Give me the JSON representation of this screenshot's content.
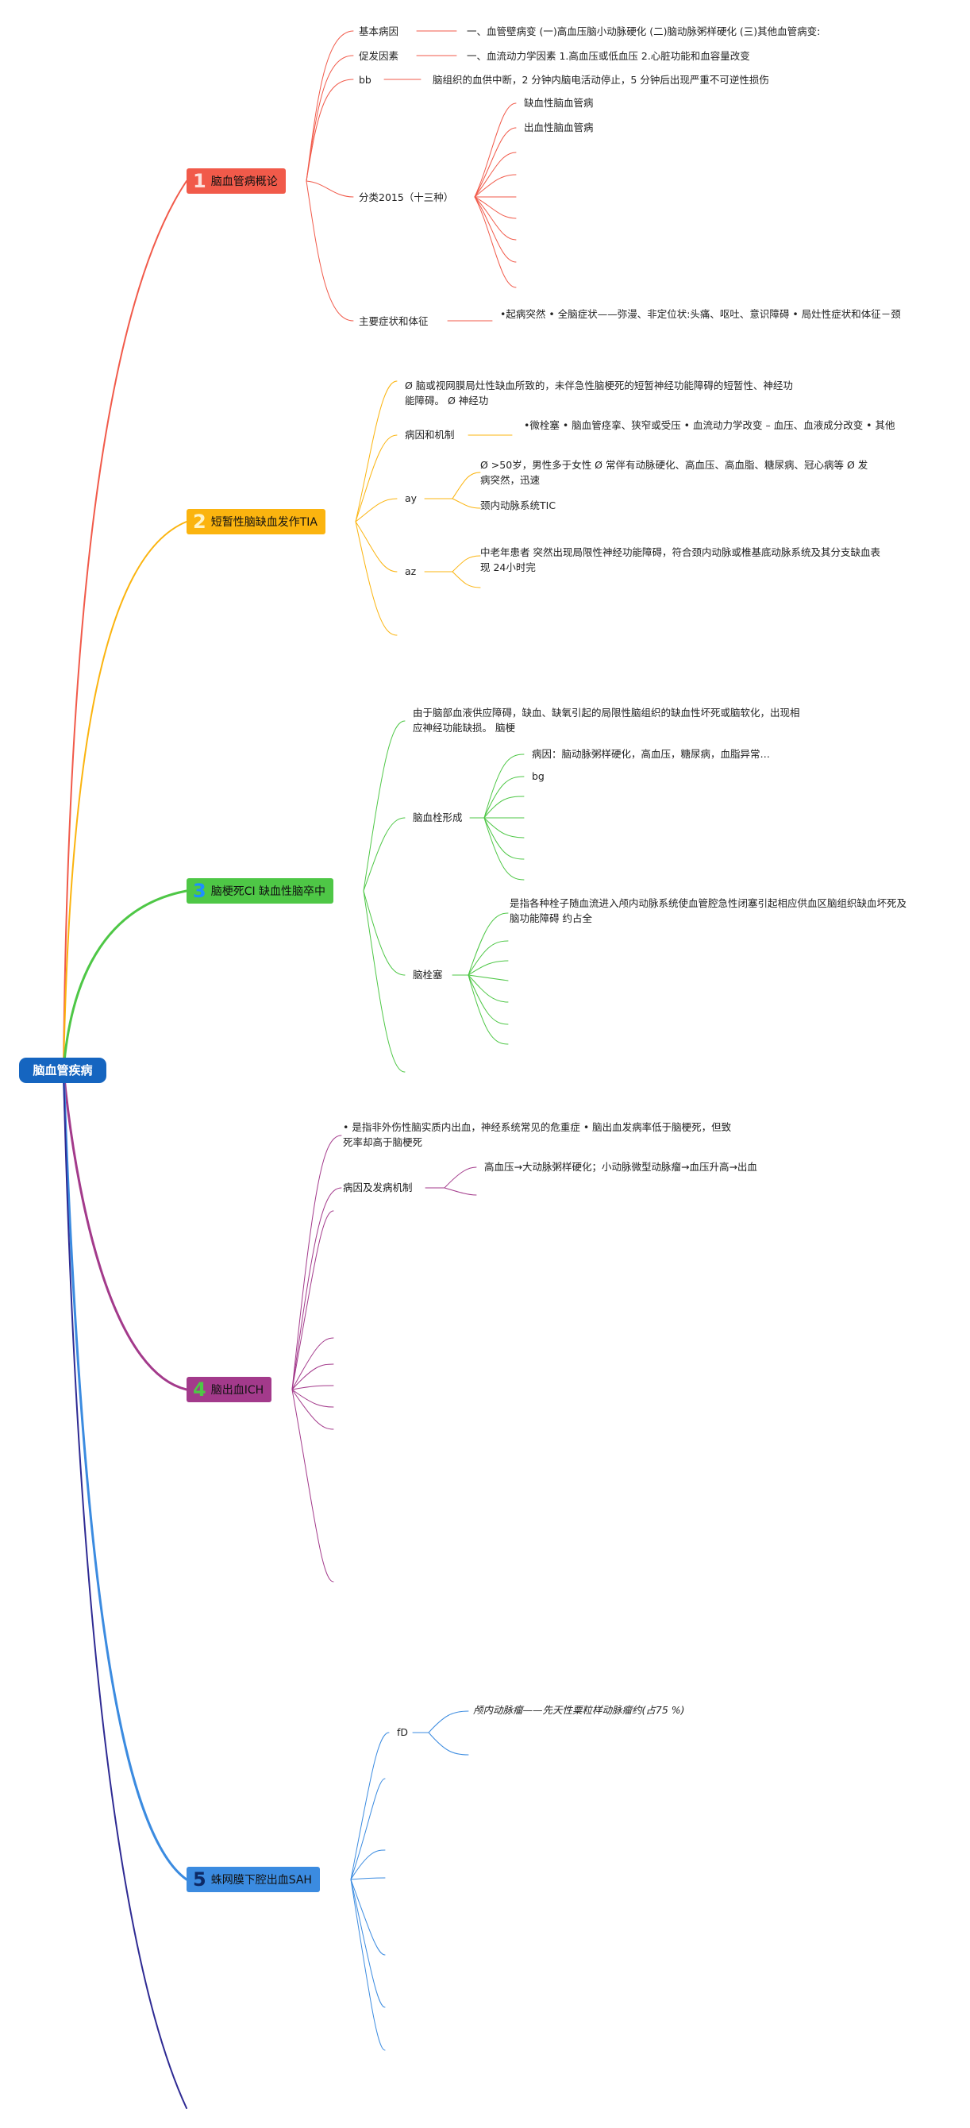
{
  "root": {
    "label": "脑血管疾病"
  },
  "colors": {
    "root_bg": "#1565c0",
    "topic1": "#f15a4a",
    "topic2": "#fbb40f",
    "topic3": "#4ec746",
    "topic4": "#a33a8b",
    "topic5": "#3b8be0",
    "extra_branch": "#2e2a93"
  },
  "topics": [
    {
      "num": "1",
      "title": "脑血管病概论",
      "children": [
        {
          "label": "基本病因",
          "detail": "一、血管壁病变 (一)高血压脑小动脉硬化 (二)脑动脉粥样硬化 (三)其他血管病变:"
        },
        {
          "label": "促发因素",
          "detail": "一、血流动力学因素 1.高血压或低血压 2.心脏功能和血容量改变"
        },
        {
          "label": "bb",
          "detail": "脑组织的血供中断，2 分钟内脑电活动停止，5 分钟后出现严重不可逆性损伤"
        },
        {
          "label": "分类2015（十三种）",
          "items": [
            "缺血性脑血管病",
            "出血性脑血管病"
          ]
        },
        {
          "label": "主要症状和体征",
          "detail": "•起病突然 • 全脑症状——弥漫、非定位状:头痛、呕吐、意识障碍 • 局灶性症状和体征－颈"
        }
      ]
    },
    {
      "num": "2",
      "title": "短暂性脑缺血发作TIA",
      "intro": "Ø 脑或视网膜局灶性缺血所致的，未伴急性脑梗死的短暂神经功能障碍的短暂性、神经功能障碍。 Ø 神经功",
      "children": [
        {
          "label": "病因和机制",
          "detail": "•微栓塞 • 脑血管痉挛、狭窄或受压 • 血流动力学改变 – 血压、血液成分改变 • 其他"
        },
        {
          "label": "ay",
          "items": [
            "Ø >50岁，男性多于女性 Ø 常伴有动脉硬化、高血压、高血脂、糖尿病、冠心病等 Ø 发病突然，迅速",
            "颈内动脉系统TIC"
          ]
        },
        {
          "label": "az",
          "items": [
            "中老年患者 突然出现局限性神经功能障碍，符合颈内动脉或椎基底动脉系统及其分支缺血表现 24小时完"
          ]
        }
      ]
    },
    {
      "num": "3",
      "title": "脑梗死CI 缺血性脑卒中",
      "intro": "由于脑部血液供应障碍，缺血、缺氧引起的局限性脑组织的缺血性坏死或脑软化，出现相应神经功能缺损。 脑梗",
      "children": [
        {
          "label": "脑血栓形成",
          "items": [
            "病因：脑动脉粥样硬化，高血压，糖尿病，血脂异常…",
            "bg"
          ]
        },
        {
          "label": "脑栓塞",
          "items": [
            "是指各种栓子随血流进入颅内动脉系统使血管腔急性闭塞引起相应供血区脑组织缺血坏死及脑功能障碍 约占全"
          ]
        }
      ]
    },
    {
      "num": "4",
      "title": "脑出血ICH",
      "intro": "• 是指非外伤性脑实质内出血，神经系统常见的危重症 • 脑出血发病率低于脑梗死，但致死率却高于脑梗死",
      "children": [
        {
          "label": "病因及发病机制",
          "detail": "高血压→大动脉粥样硬化；小动脉微型动脉瘤→血压升高→出血"
        }
      ]
    },
    {
      "num": "5",
      "title": "蛛网膜下腔出血SAH",
      "children": [
        {
          "label": "fD",
          "items": [
            "颅内动脉瘤——先天性粟粒样动脉瘤约(占75 %)"
          ]
        }
      ]
    }
  ]
}
